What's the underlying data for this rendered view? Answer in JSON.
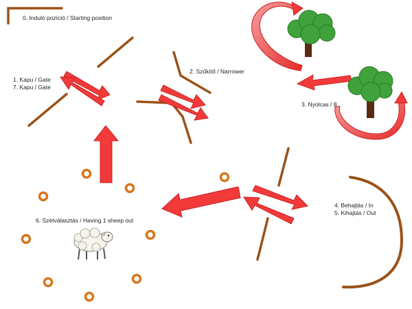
{
  "labels": {
    "start": "0. Induló pozíció / Starting position",
    "gate1": "1. Kapu / Gate",
    "gate7": "7. Kapu / Gate",
    "narrower": "2. Szűkítő / Narrower",
    "eight": "3. Nyolcas / 8",
    "in": "4. Behajtás / In",
    "out": "5. Kihajtás / Out",
    "separation": "6. Szétválasztás / Having 1 sheep out"
  },
  "colors": {
    "arrow": "#f23a3a",
    "arrow_edge": "#c82020",
    "pole": "#9a5218",
    "ring": "#d8751c",
    "tree_leaves": "#3fa23a",
    "tree_trunk": "#5a2a16"
  },
  "icons": [
    "sheep-icon",
    "tree-icon"
  ]
}
